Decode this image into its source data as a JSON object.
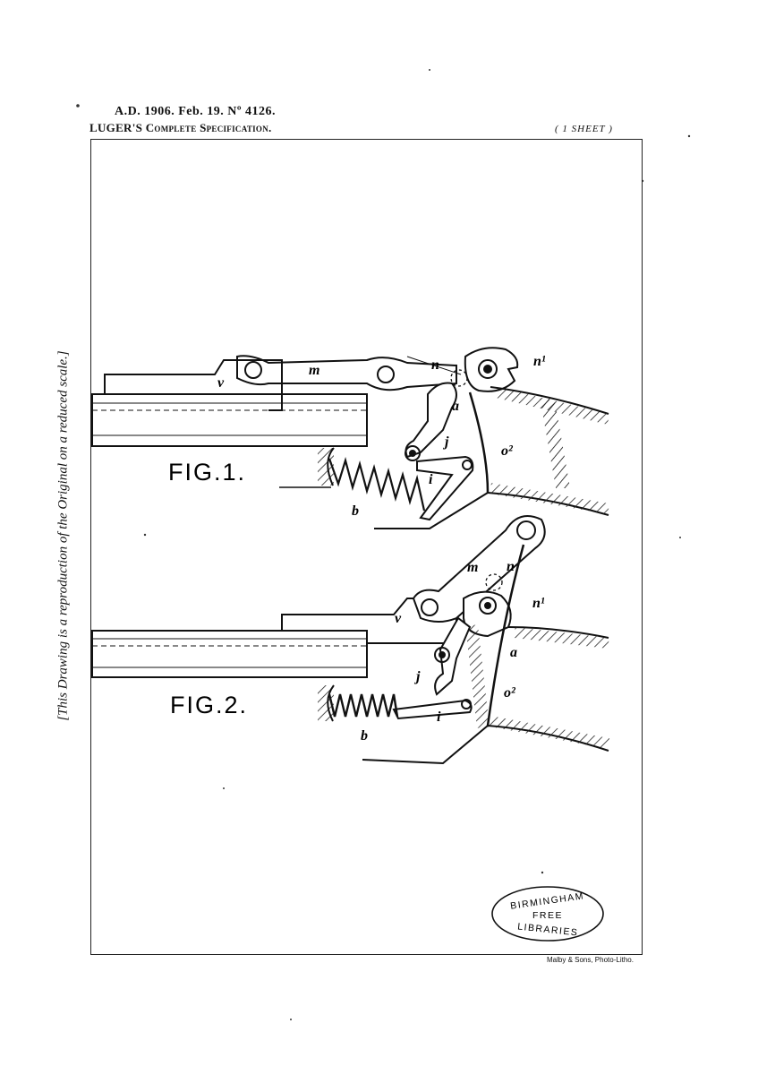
{
  "header": {
    "line1": "A.D. 1906. Feb. 19. Nº 4126.",
    "line2": "LUGER'S Complete Specification.",
    "sheet": "( 1 SHEET )"
  },
  "side_note": "[This Drawing is a reproduction of the Original on a reduced scale.]",
  "figures": [
    {
      "label": "FIG.1.",
      "refs": {
        "v": "v",
        "m": "m",
        "n": "n",
        "n1": "n¹",
        "a": "a",
        "j": "j",
        "i": "i",
        "o2": "o²",
        "b": "b"
      }
    },
    {
      "label": "FIG.2.",
      "refs": {
        "v": "v",
        "m": "m",
        "n": "n",
        "n1": "n¹",
        "a": "a",
        "j": "j",
        "i": "i",
        "o2": "o²",
        "b": "b"
      }
    }
  ],
  "stamp": {
    "line1": "BIRMINGHAM",
    "line2": "FREE",
    "line3": "LIBRARIES"
  },
  "credit": "Malby & Sons, Photo-Litho."
}
